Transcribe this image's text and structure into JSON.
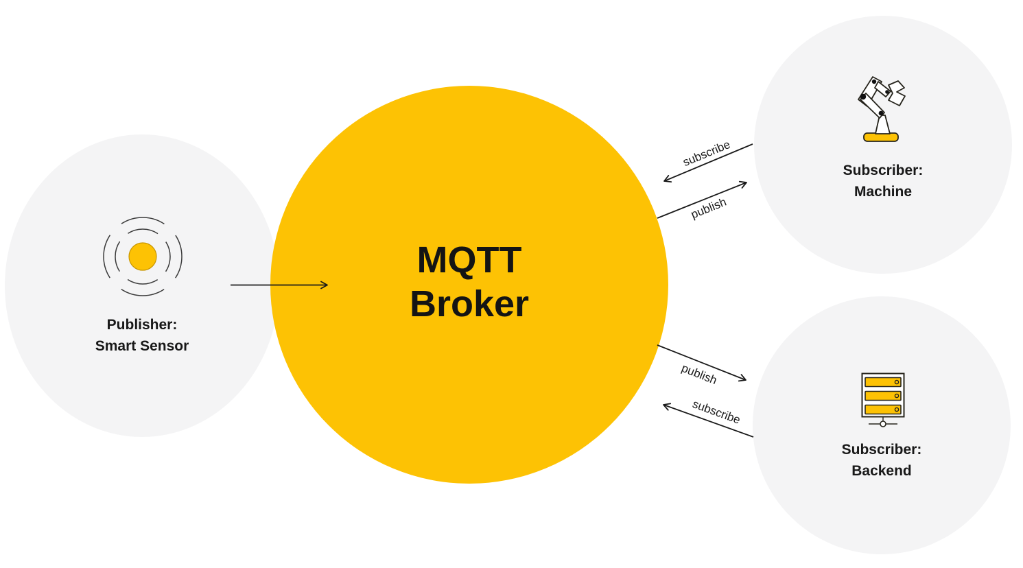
{
  "colors": {
    "broker_yellow": "#FDC204",
    "node_gray": "#F4F4F5",
    "text_dark": "#1A1A1A",
    "arrow_line": "#1A1A1A"
  },
  "broker": {
    "name_line1": "MQTT",
    "name_line2": "Broker"
  },
  "publisher": {
    "label_line1": "Publisher:",
    "label_line2": "Smart Sensor",
    "icon": "smart-sensor-icon"
  },
  "subscriber_machine": {
    "label_line1": "Subscriber:",
    "label_line2": "Machine",
    "icon": "robot-arm-icon"
  },
  "subscriber_backend": {
    "label_line1": "Subscriber:",
    "label_line2": "Backend",
    "icon": "server-icon"
  },
  "arrows": {
    "machine_subscribe_label": "subscribe",
    "machine_publish_label": "publish",
    "backend_publish_label": "publish",
    "backend_subscribe_label": "subscribe"
  }
}
